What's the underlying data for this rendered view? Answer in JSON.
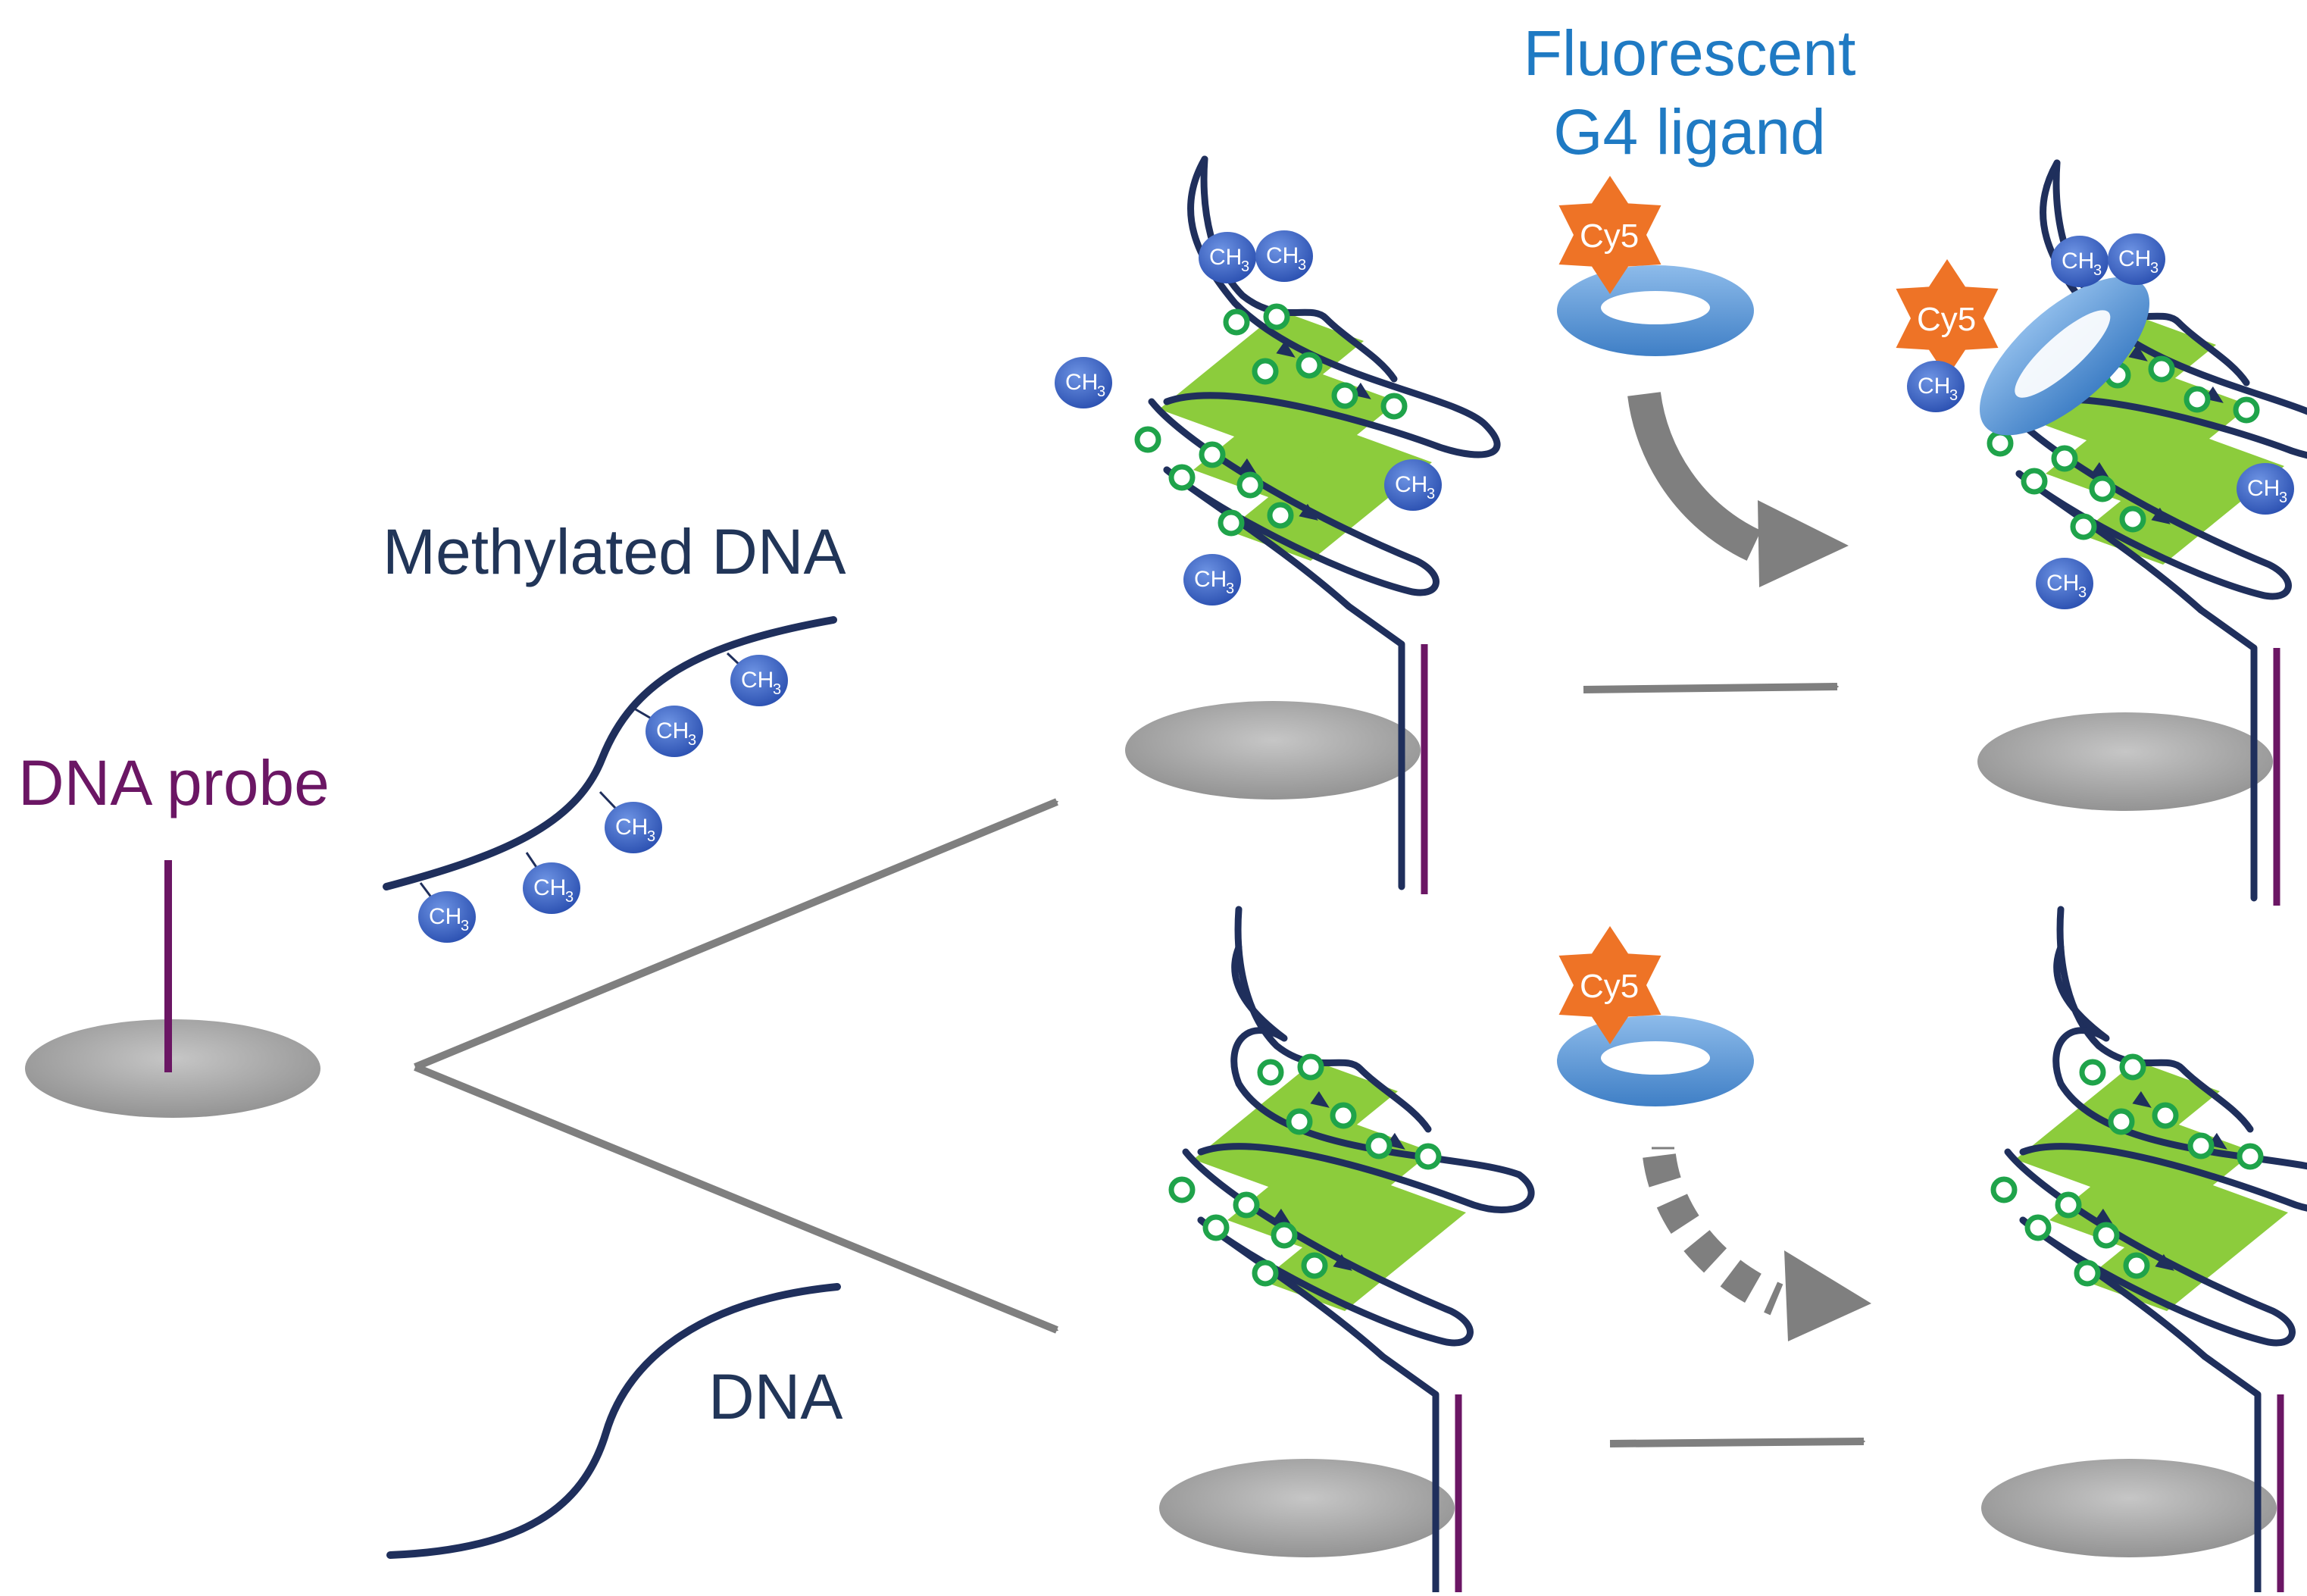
{
  "labels": {
    "dna_probe": "DNA probe",
    "methylated_dna": "Methylated DNA",
    "dna": "DNA",
    "ligand_line1": "Fluorescent",
    "ligand_line2": "G4 ligand"
  },
  "tags": {
    "methyl_text": "CH",
    "methyl_subscript": "3",
    "dye": "Cy5"
  },
  "colors": {
    "strand": "#1f2f5c",
    "probe": "#6b1664",
    "methyl": "#3a64c8",
    "g_quartet": "#8ccc3c",
    "guanine": "#1fa34a",
    "dye": "#ee7326",
    "ligand_ring": "#5b9ad8",
    "arrow": "#7f7f7f",
    "surface": "#9a9a9a",
    "ligand_label": "#1f7ac3"
  },
  "icons": [
    "surface-disc",
    "probe-strand",
    "methyl-group",
    "g-quadruplex",
    "cy5-dye",
    "ligand-ring",
    "reaction-arrow"
  ]
}
